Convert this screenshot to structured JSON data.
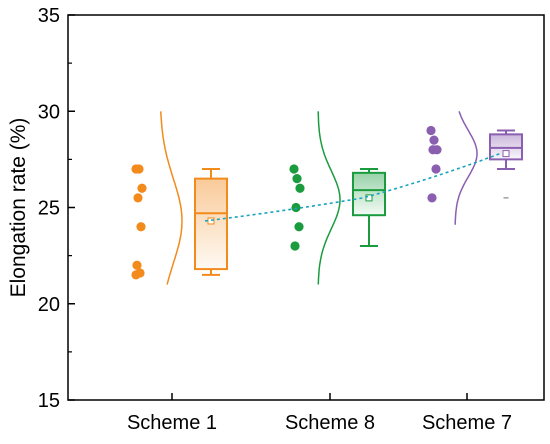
{
  "chart_data": {
    "type": "box",
    "ylabel": "Elongation rate (%)",
    "ylim": [
      15,
      35
    ],
    "yticks": [
      15,
      20,
      25,
      30,
      35
    ],
    "categories": [
      "Scheme 1",
      "Scheme 8",
      "Scheme 7"
    ],
    "series": [
      {
        "color": "#f28a1c",
        "points": [
          27.0,
          27.0,
          26.0,
          25.5,
          24.0,
          22.0,
          21.6,
          21.5
        ],
        "box": {
          "q1": 21.8,
          "median": 24.7,
          "q3": 26.5,
          "mean": 24.3,
          "whisker_low": 21.5,
          "whisker_high": 27.0
        },
        "distribution": {
          "mean": 24.3,
          "sd": 2.2,
          "y_from": 21.0,
          "y_to": 30.0
        }
      },
      {
        "color": "#1a9c3e",
        "points": [
          27.0,
          26.5,
          26.0,
          25.0,
          24.0,
          23.0
        ],
        "box": {
          "q1": 24.6,
          "median": 25.9,
          "q3": 26.8,
          "mean": 25.5,
          "whisker_low": 23.0,
          "whisker_high": 27.0
        },
        "distribution": {
          "mean": 25.4,
          "sd": 1.5,
          "y_from": 21.0,
          "y_to": 30.0
        }
      },
      {
        "color": "#8b5fb0",
        "points": [
          29.0,
          28.5,
          28.0,
          28.0,
          27.0,
          25.5
        ],
        "box": {
          "q1": 27.5,
          "median": 28.1,
          "q3": 28.8,
          "mean": 27.8,
          "whisker_low": 27.0,
          "whisker_high": 29.0,
          "outlier": 25.5
        },
        "distribution": {
          "mean": 27.8,
          "sd": 1.2,
          "y_from": 24.1,
          "y_to": 30.0
        }
      }
    ],
    "mean_trend_color": "#1aa3bf",
    "grid": false
  }
}
